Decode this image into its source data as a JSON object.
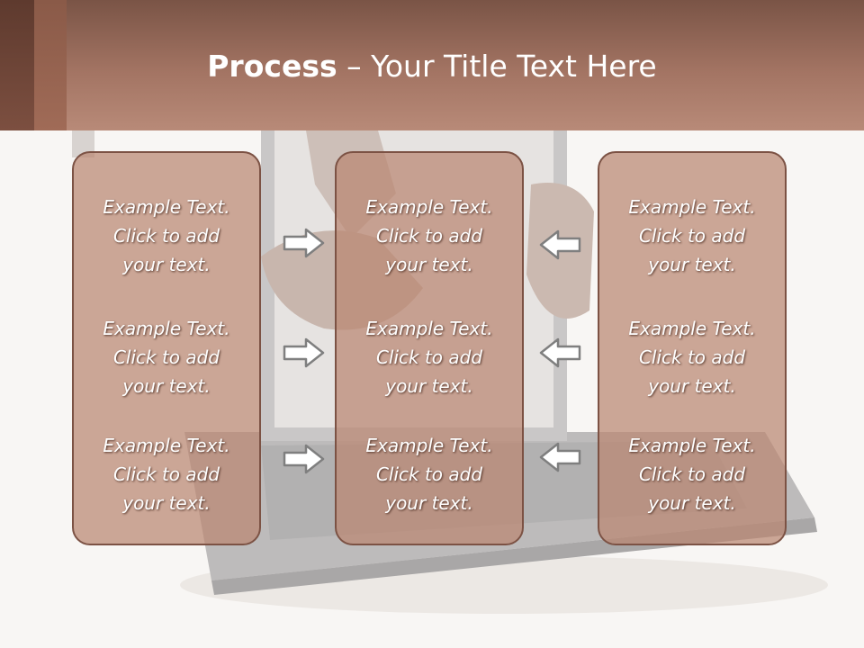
{
  "slide": {
    "title_bold": "Process",
    "title_rest": " – Your Title Text Here",
    "columns": [
      {
        "items": [
          {
            "l1": "Example Text.",
            "l2": "Click  to add",
            "l3": "your text."
          },
          {
            "l1": "Example Text.",
            "l2": "Click  to add",
            "l3": "your text."
          },
          {
            "l1": "Example Text.",
            "l2": "Click  to add",
            "l3": "your text."
          }
        ]
      },
      {
        "items": [
          {
            "l1": "Example Text.",
            "l2": "Click  to add",
            "l3": "your text."
          },
          {
            "l1": "Example Text.",
            "l2": "Click  to add",
            "l3": "your text."
          },
          {
            "l1": "Example Text.",
            "l2": "Click  to add",
            "l3": "your text."
          }
        ]
      },
      {
        "items": [
          {
            "l1": "Example Text.",
            "l2": "Click  to add",
            "l3": "your text."
          },
          {
            "l1": "Example Text.",
            "l2": "Click  to add",
            "l3": "your text."
          },
          {
            "l1": "Example Text.",
            "l2": "Click  to add",
            "l3": "your text."
          }
        ]
      }
    ],
    "arrows": {
      "left_to_center": "arrow-right-icon",
      "right_to_center": "arrow-left-icon"
    },
    "colors": {
      "header": "#a37463",
      "box_fill": "#ba8671",
      "box_border": "#7c5244",
      "text": "#ffffff"
    }
  }
}
